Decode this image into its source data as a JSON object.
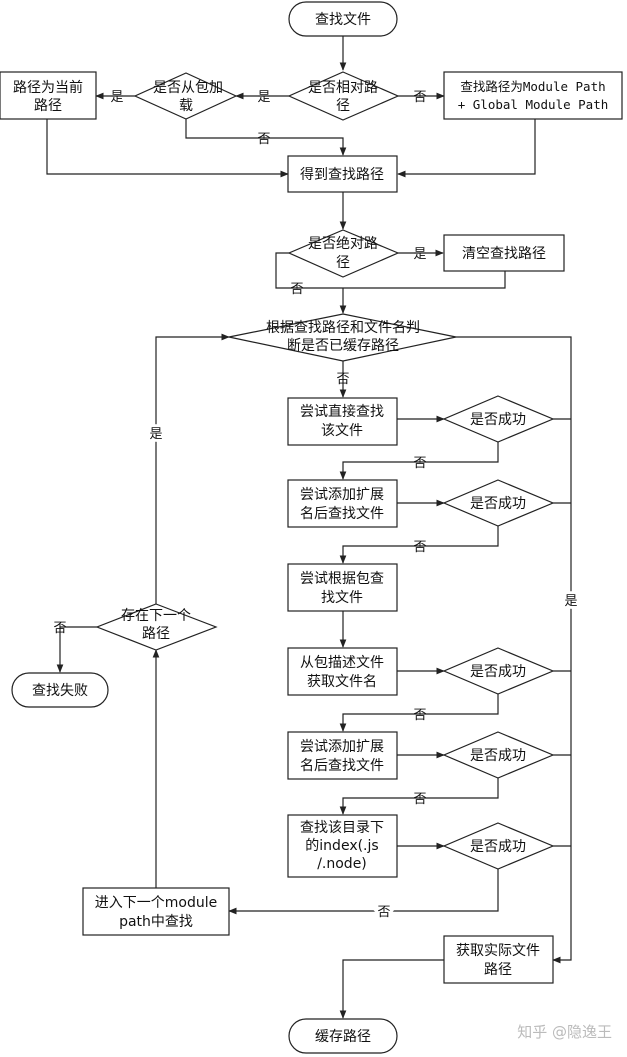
{
  "nodes": {
    "start": "查找文件",
    "relative_q": [
      "是否相对路",
      "径"
    ],
    "package_q": [
      "是否从包加",
      "载"
    ],
    "current_path": [
      "路径为当前",
      "路径"
    ],
    "module_path": [
      "查找路径为Module Path",
      "+ Global Module Path"
    ],
    "get_path": "得到查找路径",
    "absolute_q": [
      "是否绝对路",
      "径"
    ],
    "clear_path": "清空查找路径",
    "cache_q": [
      "根据查找路径和文件名判",
      "断是否已缓存路径"
    ],
    "try_direct": [
      "尝试直接查找",
      "该文件"
    ],
    "success_1": "是否成功",
    "try_ext_1": [
      "尝试添加扩展",
      "名后查找文件"
    ],
    "success_2": "是否成功",
    "try_pkg": [
      "尝试根据包查",
      "找文件"
    ],
    "pkg_desc": [
      "从包描述文件",
      "获取文件名"
    ],
    "success_3": "是否成功",
    "try_ext_2": [
      "尝试添加扩展",
      "名后查找文件"
    ],
    "success_4": "是否成功",
    "find_index": [
      "查找该目录下",
      "的index(.js",
      "/.node)"
    ],
    "success_5": "是否成功",
    "next_module": [
      "进入下一个module",
      "path中查找"
    ],
    "next_path_q": [
      "存在下一个",
      "路径"
    ],
    "fail": "查找失败",
    "real_path": [
      "获取实际文件",
      "路径"
    ],
    "cache_path": "缓存路径"
  },
  "edge_labels": {
    "yes": "是",
    "no": "否"
  },
  "watermark": "知乎 @隐逸王"
}
